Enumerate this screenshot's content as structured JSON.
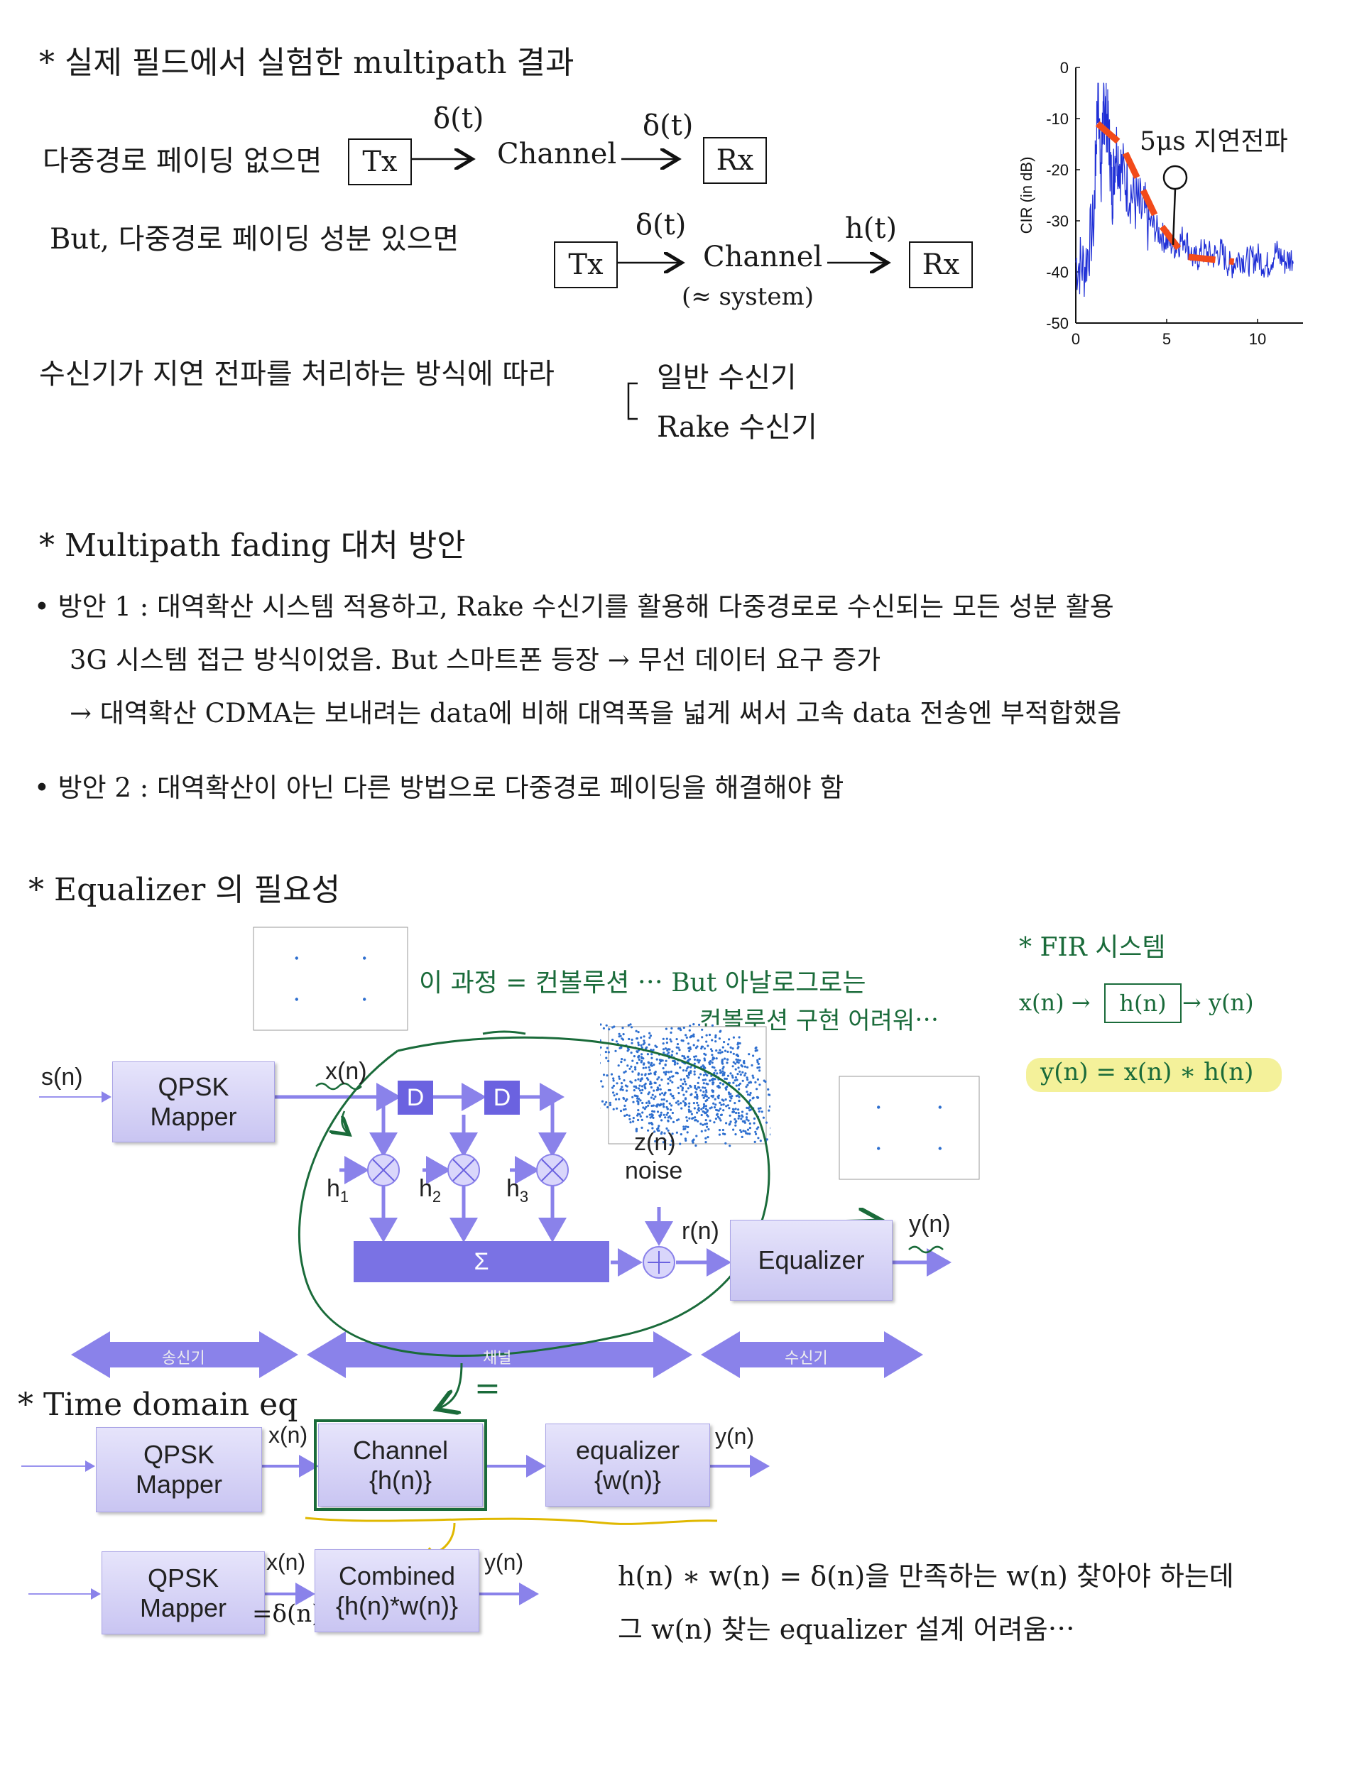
{
  "section1": {
    "heading": "* 실제 필드에서 실험한 multipath 결과",
    "line1": "다중경로 페이딩 없으면",
    "line2": "But, 다중경로 페이딩 성분 있으면",
    "tx": "Tx",
    "rx": "Rx",
    "channel": "Channel",
    "delta": "δ(t)",
    "ht": "h(t)",
    "system_note": "(≈ system)",
    "receiver_note": "수신기가 지연 전파를 처리하는 방식에 따라",
    "receiver_types": [
      "일반 수신기",
      "Rake 수신기"
    ]
  },
  "cir_plot": {
    "annotation": "5μs 지연전파"
  },
  "chart_data": {
    "type": "line",
    "title": "",
    "xlabel": "",
    "ylabel": "CIR (in dB)",
    "xlim": [
      0,
      12.5
    ],
    "ylim": [
      -50,
      0
    ],
    "xticks": [
      "0",
      "5",
      "10"
    ],
    "yticks": [
      "0",
      "-10",
      "-20",
      "-30",
      "-40",
      "-50"
    ],
    "series": [
      {
        "x": [
          0,
          0.5,
          1.0,
          1.2,
          1.4,
          1.5,
          1.6,
          1.8,
          2.0,
          2.2,
          2.5,
          3.0,
          3.5,
          4.0,
          4.5,
          5.0,
          5.5,
          6.0,
          6.5,
          7.0,
          7.5,
          8.0,
          8.5,
          9.0,
          9.5,
          10.0,
          10.5,
          11.0,
          11.5,
          12.0
        ],
        "y": [
          -38,
          -39,
          -30,
          -5,
          -20,
          -10,
          -8,
          -12,
          -25,
          -15,
          -20,
          -24,
          -28,
          -30,
          -32,
          -34,
          -35,
          -33,
          -38,
          -36,
          -37,
          -36,
          -39,
          -37,
          -38,
          -37,
          -39,
          -36,
          -38,
          -37
        ]
      }
    ],
    "trend_line": {
      "x": [
        1.2,
        2.5,
        4.5,
        6,
        8.7
      ],
      "y": [
        -11,
        -15,
        -30,
        -37,
        -38
      ]
    }
  },
  "section2": {
    "heading": "* Multipath fading 대처 방안",
    "bullet1": "• 방안 1 : 대역확산 시스템 적용하고, Rake 수신기를 활용해 다중경로로 수신되는 모든 성분 활용",
    "bullet1_cont": "3G 시스템 접근 방식이었음.   But 스마트폰 등장 → 무선 데이터 요구 증가",
    "bullet1_cont2": "→ 대역확산 CDMA는 보내려는 data에 비해 대역폭을 넓게 써서 고속 data 전송엔 부적합했음",
    "bullet2": "• 방안 2 : 대역확산이 아닌 다른 방법으로 다중경로 페이딩을 해결해야 함"
  },
  "section3": {
    "heading": "* Equalizer 의 필요성",
    "green_note": "이 과정 = 컨볼루션 ⋯ But 아날로그로는",
    "green_note2": "컨볼루션 구현 어려워⋯",
    "fir_title": "* FIR 시스템",
    "fir_x": "x(n) →",
    "fir_h": "h(n)",
    "fir_y": "→ y(n)",
    "fir_eq": "y(n) = x(n) ∗ h(n)"
  },
  "diagram": {
    "sn": "s(n)",
    "qpsk": "QPSK\nMapper",
    "xn": "x(n)",
    "d": "D",
    "h1": "h",
    "h2": "h",
    "h3": "h",
    "sub1": "1",
    "sub2": "2",
    "sub3": "3",
    "sigma": "Σ",
    "zn": "z(n)",
    "noise": "noise",
    "rn": "r(n)",
    "equalizer": "Equalizer",
    "yn": "y(n)",
    "tx_label": "송신기",
    "ch_label": "채널",
    "rx_label": "수신기"
  },
  "section4": {
    "heading": "* Time domain eq",
    "qpsk": "QPSK\nMapper",
    "xn": "x(n)",
    "channel": "Channel\n{h(n)}",
    "equalizer": "equalizer\n{w(n)}",
    "yn": "y(n)",
    "combined": "Combined\n{h(n)*w(n)}",
    "delta_n": "=δ(n)",
    "equals": "=",
    "note1": "h(n) ∗ w(n) = δ(n)을 만족하는 w(n) 찾아야 하는데",
    "note2": "그 w(n) 찾는 equalizer 설계 어려움⋯"
  }
}
